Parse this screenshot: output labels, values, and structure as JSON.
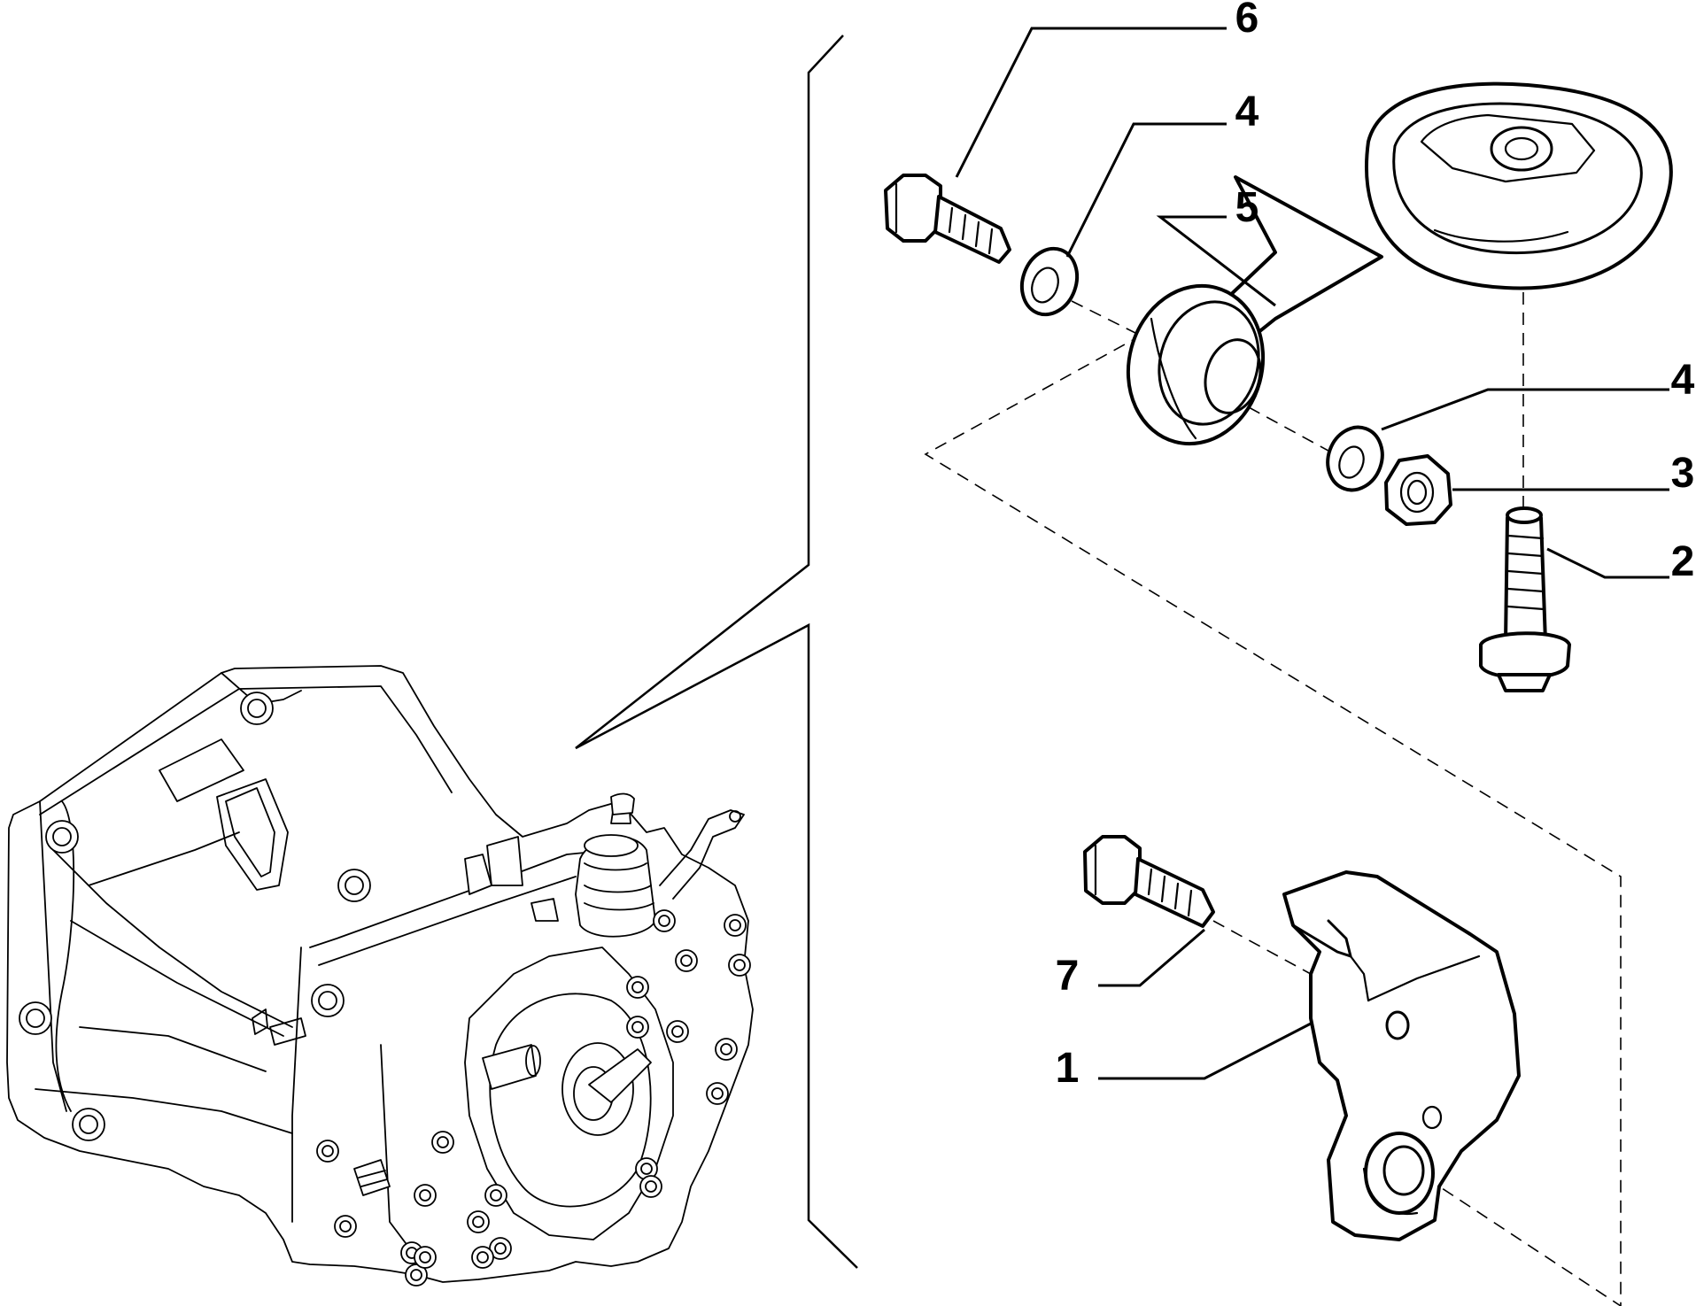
{
  "diagram": {
    "callouts": [
      {
        "id": "label-6",
        "text": "6"
      },
      {
        "id": "label-4-top",
        "text": "4"
      },
      {
        "id": "label-5",
        "text": "5"
      },
      {
        "id": "label-4-right",
        "text": "4"
      },
      {
        "id": "label-3",
        "text": "3"
      },
      {
        "id": "label-2",
        "text": "2"
      },
      {
        "id": "label-7",
        "text": "7"
      },
      {
        "id": "label-1",
        "text": "1"
      }
    ]
  }
}
